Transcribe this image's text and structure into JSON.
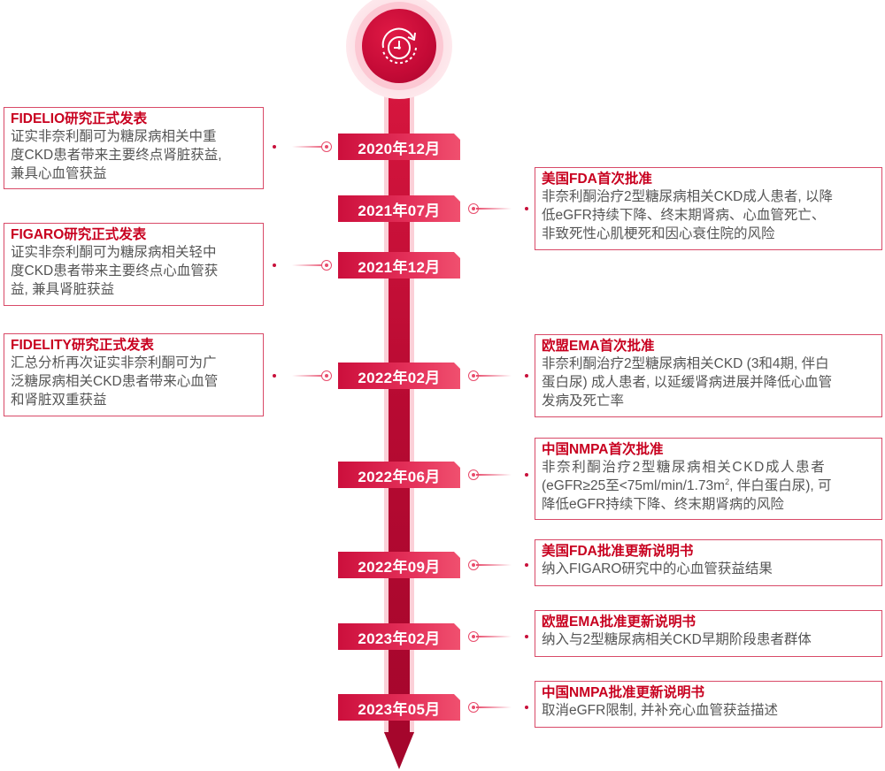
{
  "header": {
    "icon": "clock-refresh-icon"
  },
  "timeline": [
    {
      "date": "2020年12月",
      "side": "left",
      "title": "FIDELIO研究正式发表",
      "lines": [
        "证实非奈利酮可为糖尿病相关中重",
        "度CKD患者带来主要终点肾脏获益,",
        "兼具心血管获益"
      ]
    },
    {
      "date": "2021年07月",
      "side": "right",
      "title": "美国FDA首次批准",
      "lines": [
        "非奈利酮治疗2型糖尿病相关CKD成人患者, 以降",
        "低eGFR持续下降、终末期肾病、心血管死亡、",
        "非致死性心肌梗死和因心衰住院的风险"
      ]
    },
    {
      "date": "2021年12月",
      "side": "left",
      "title": "FIGARO研究正式发表",
      "lines": [
        "证实非奈利酮可为糖尿病相关轻中",
        "度CKD患者带来主要终点心血管获",
        "益, 兼具肾脏获益"
      ]
    },
    {
      "date": "2022年02月",
      "side": "both",
      "title": "FIDELITY研究正式发表",
      "lines": [
        "汇总分析再次证实非奈利酮可为广",
        "泛糖尿病相关CKD患者带来心血管",
        "和肾脏双重获益"
      ],
      "right_title": "欧盟EMA首次批准",
      "right_lines": [
        "非奈利酮治疗2型糖尿病相关CKD (3和4期, 伴白",
        "蛋白尿) 成人患者, 以延缓肾病进展并降低心血管",
        "发病及死亡率"
      ]
    },
    {
      "date": "2022年06月",
      "side": "right",
      "title": "中国NMPA首次批准",
      "lines": [
        "非奈利酮治疗2型糖尿病相关CKD成人患者",
        "(eGFR≥25至<75ml/min/1.73m",
        "降低eGFR持续下降、终末期肾病的风险"
      ],
      "line2_sup": "2",
      "line2_tail": ", 伴白蛋白尿), 可"
    },
    {
      "date": "2022年09月",
      "side": "right",
      "title": "美国FDA批准更新说明书",
      "lines": [
        "纳入FIGARO研究中的心血管获益结果"
      ]
    },
    {
      "date": "2023年02月",
      "side": "right",
      "title": "欧盟EMA批准更新说明书",
      "lines": [
        "纳入与2型糖尿病相关CKD早期阶段患者群体"
      ]
    },
    {
      "date": "2023年05月",
      "side": "right",
      "title": "中国NMPA批准更新说明书",
      "lines": [
        "取消eGFR限制, 并补充心血管获益描述"
      ]
    }
  ],
  "colors": {
    "accent": "#c8001f",
    "spine": "#b70a32",
    "border": "#d94a68",
    "body_text": "#555555"
  }
}
